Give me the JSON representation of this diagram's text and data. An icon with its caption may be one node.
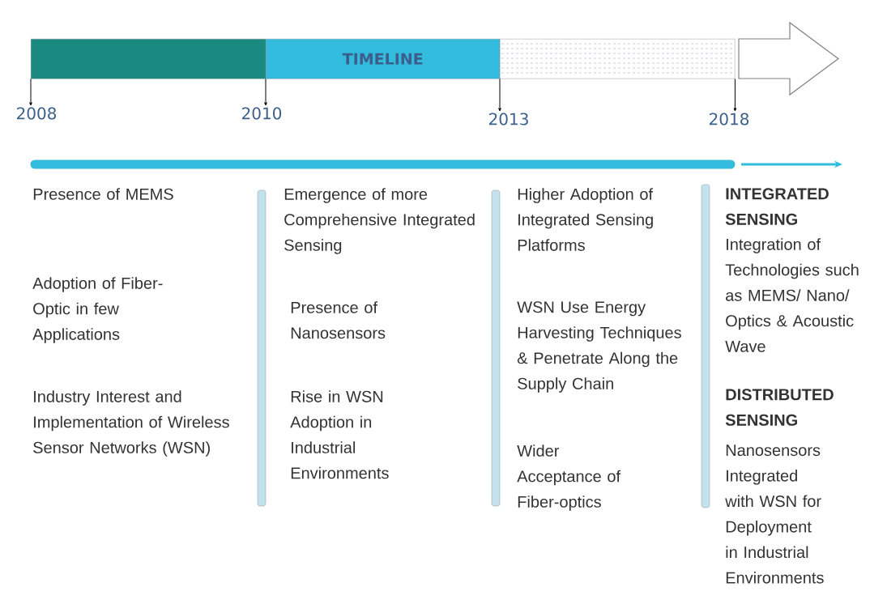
{
  "diagram": {
    "nodes": [
      {
        "text": [],
        "shape": "bar"
      },
      {
        "text": [
          "TIMELINE"
        ]
      },
      {
        "text": [],
        "shape": "bar"
      },
      {
        "text": [
          "2008"
        ]
      },
      {
        "text": [
          "2010"
        ]
      },
      {
        "text": [
          "2013"
        ]
      },
      {
        "text": [
          "2018"
        ]
      }
    ],
    "edges": [
      {
        "from": 0,
        "to": 3,
        "arrow": "to"
      },
      {
        "from": 1,
        "to": 4,
        "arrow": "to"
      },
      {
        "from": 2,
        "to": 5,
        "arrow": "to"
      },
      {
        "from": 2,
        "to": 6,
        "arrow": "to"
      }
    ],
    "labels": [
      "Presence of MEMS",
      "Adoption of Fiber-Optic in few Applications",
      "Industry Interest and Implementation of Wireless Sensor Networks (WSN)",
      "Emergence of more Comprehensive Integrated Sensing",
      "Presence of Nanosensors",
      "Rise in WSN Adoption in Industrial Environments",
      "Higher Adoption of Integrated Sensing Platforms",
      "WSN Use Energy Harvesting Techniques & Penetrate Along the Supply Chain",
      "Wider Acceptance of Fiber-optics",
      "INTEGRATED SENSING",
      "Integration of Technologies such as MEMS/ Nano/ Optics & Acoustic Wave",
      "DISTRIBUTED SENSING",
      "Nanosensors Integrated with WSN for Deployment in Industrial Environments"
    ]
  }
}
